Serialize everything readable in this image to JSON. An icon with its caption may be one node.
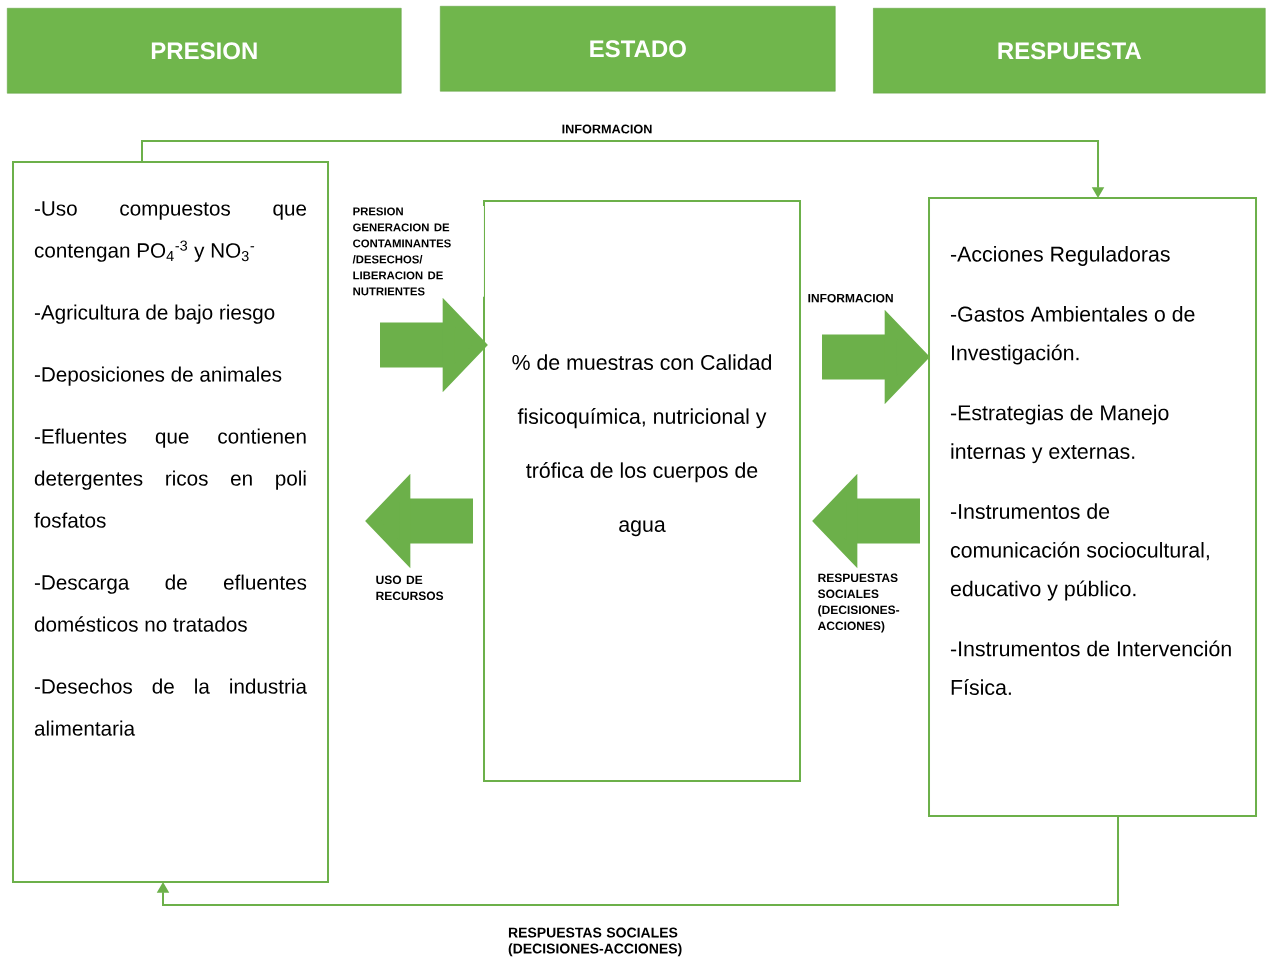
{
  "diagram": {
    "nodes": [
      {
        "text": [
          "PRESION"
        ]
      },
      {
        "text": [
          "ESTADO"
        ]
      },
      {
        "text": [
          "RESPUESTA"
        ]
      },
      {
        "text": [
          "-Uso compuestos que contengan PO$_{4}$$^{-3}$ y NO$_{3}$$^{-}$",
          "-Agricultura de bajo riesgo",
          "-Deposiciones de animales",
          "-Efluentes que contienen detergentes ricos en poli fosfatos",
          "-Descarga de efluentes domésticos no tratados",
          "-Desechos de la industria alimentaria"
        ]
      },
      {
        "text": [
          "% de muestras con Calidad fisicoquímica, nutricional y trófica de los cuerpos de agua"
        ]
      },
      {
        "text": [
          "-Acciones Reguladoras",
          "-Gastos Ambientales o de Investigación.",
          "-Estrategias de Manejo internas y externas.",
          "-Instrumentos de comunicación sociocultural, educativo y público.",
          "-Instrumentos de Intervención Física."
        ]
      }
    ],
    "edges": [
      {
        "from": 3,
        "to": 5,
        "arrow": "to",
        "label": "INFORMACION"
      },
      {
        "from": 3,
        "to": 4,
        "arrow": "to",
        "label": "PRESION GENERACION DE CONTAMINANTES /DESECHOS/ LIBERACION DE NUTRIENTES"
      },
      {
        "from": 4,
        "to": 3,
        "arrow": "to",
        "label": "USO DE RECURSOS"
      },
      {
        "from": 4,
        "to": 5,
        "arrow": "to",
        "label": "INFORMACION"
      },
      {
        "from": 5,
        "to": 4,
        "arrow": "to",
        "label": "RESPUESTAS SOCIALES (DECISIONES-ACCIONES)"
      },
      {
        "from": 5,
        "to": 3,
        "arrow": "to",
        "label": "RESPUESTAS SOCIALES (DECISIONES-ACCIONES)"
      }
    ]
  }
}
